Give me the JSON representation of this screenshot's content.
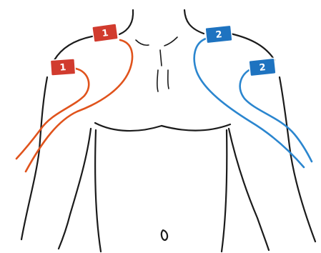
{
  "colors": {
    "channel1": "#d13b2e",
    "channel1_wire": "#e0531c",
    "channel2": "#1e73c0",
    "channel2_wire": "#2b86cf",
    "outline": "#1b1b1b"
  },
  "electrodes": [
    {
      "label": "1",
      "channel": 1
    },
    {
      "label": "1",
      "channel": 1
    },
    {
      "label": "2",
      "channel": 2
    },
    {
      "label": "2",
      "channel": 2
    }
  ]
}
